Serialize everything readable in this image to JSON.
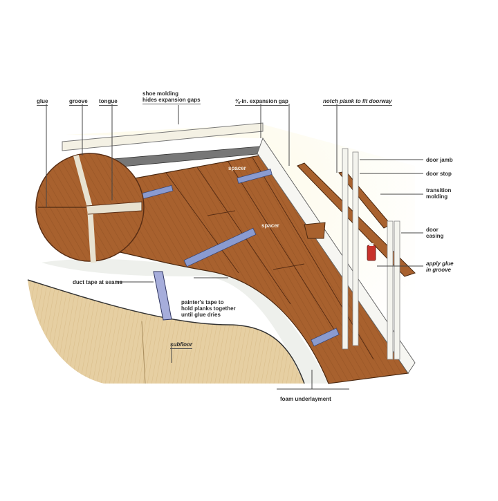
{
  "diagram": {
    "type": "illustration",
    "subject": "Installing floating wood floor planks with glued tongue-and-groove joints",
    "colors": {
      "background": "#ffffff",
      "wood_plank": "#a8612e",
      "wood_dark": "#5a2e14",
      "subfloor": "#e6cfa2",
      "underlayment": "#eef0ec",
      "tape": "#8a9bd0",
      "wall": "#fbf8e6",
      "trim": "#f6f6f2",
      "glue_bottle": "#c8312a"
    },
    "labels": {
      "glue": "glue",
      "groove": "groove",
      "tongue": "tongue",
      "shoe_molding": "shoe molding\nhides expansion gaps",
      "expansion_gap": "⅜-in. expansion gap",
      "notch_plank": "notch plank to fit doorway",
      "door_jamb": "door jamb",
      "door_stop": "door stop",
      "transition_molding": "transition\nmolding",
      "door_casing": "door\ncasing",
      "apply_glue": "apply glue\nin groove",
      "spacer_1": "spacer",
      "spacer_2": "spacer",
      "duct_tape": "duct tape at seams",
      "painters_tape": "painter's tape to\nhold planks together\nuntil glue dries",
      "subfloor": "subfloor",
      "foam_underlayment": "foam underlayment"
    }
  }
}
